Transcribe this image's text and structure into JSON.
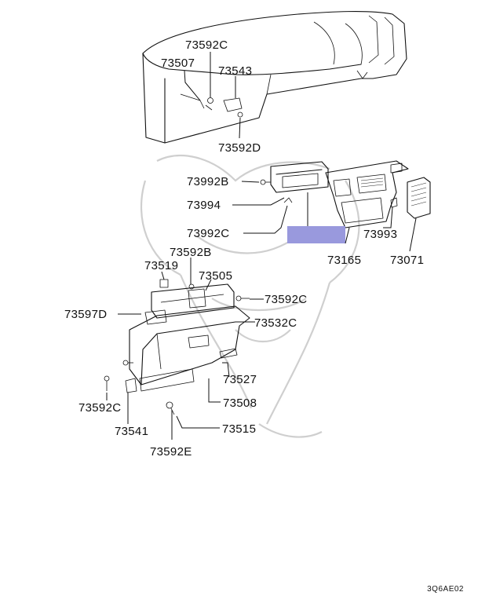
{
  "diagram_code": "3Q6AE02",
  "highlight_color": "#9999dd",
  "part_labels": {
    "p73592C_top": "73592C",
    "p73507": "73507",
    "p73543": "73543",
    "p73592D": "73592D",
    "p73992B": "73992B",
    "p73994": "73994",
    "p73992C": "73992C",
    "p73993": "73993",
    "p73165": "73165",
    "p73071": "73071",
    "p73592B": "73592B",
    "p73519": "73519",
    "p73505": "73505",
    "p73592C_mid": "73592C",
    "p73597D": "73597D",
    "p73532C": "73532C",
    "p73527": "73527",
    "p73592C_left": "73592C",
    "p73508": "73508",
    "p73541": "73541",
    "p73515": "73515",
    "p73592E": "73592E"
  }
}
